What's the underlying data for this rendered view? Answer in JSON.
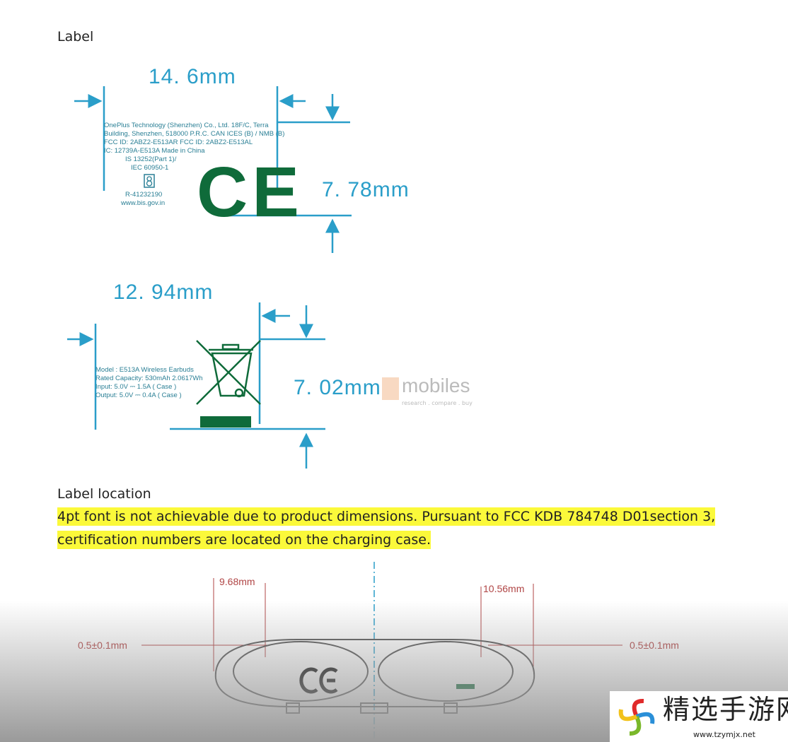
{
  "headings": {
    "label": "Label",
    "label_location": "Label location"
  },
  "label1": {
    "width": "14. 6mm",
    "height": "7. 78mm",
    "lines": [
      "OnePlus Technology (Shenzhen) Co., Ltd.     18F/C, Terra",
      "Building, Shenzhen, 518000 P.R.C.  CAN  ICES (B) / NMB (B)",
      "FCC  ID: 2ABZ2-E513AR     FCC  ID: 2ABZ2-E513AL",
      "IC: 12739A-E513A     Made in China"
    ],
    "bis": [
      "IS 13252(Part 1)/",
      "IEC 60950-1"
    ],
    "reg": "R-41232190",
    "url": "www.bis.gov.in",
    "ce": "CE"
  },
  "label2": {
    "width": "12. 94mm",
    "height": "7. 02mm",
    "lines": [
      "Model : E513A     Wireless Earbuds",
      "Rated Capacity:  530mAh 2.0617Wh",
      "Input:  5.0V ⎓ 1.5A ( Case )",
      "Output:  5.0V ⎓ 0.4A ( Case )"
    ]
  },
  "watermark": {
    "text": "mobiles",
    "tagline": "research . compare . buy"
  },
  "note": [
    "4pt font is not achievable due to product dimensions. Pursuant to FCC KDB 784748 D01section 3,",
    "certification numbers are located on the charging case."
  ],
  "drawing": {
    "left_width": "9.68mm",
    "right_width": "10.56mm",
    "left_offset": "0.5±0.1mm",
    "right_offset": "0.5±0.1mm"
  },
  "logo": {
    "name": "精选手游网",
    "url": "www.tzymjx.net"
  },
  "colors": {
    "teal": "#2a9ec9",
    "green": "#0f6b3a",
    "highlight": "#fbf93a",
    "red": "#b04545"
  }
}
